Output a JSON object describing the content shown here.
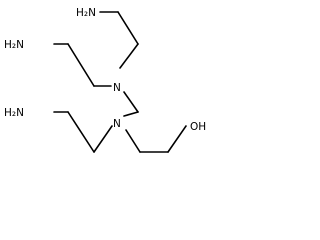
{
  "molecule": {
    "atoms": [
      {
        "id": "nh2_top",
        "label": "H₂N"
      },
      {
        "id": "nh2_left",
        "label": "H₂N"
      },
      {
        "id": "n_upper",
        "label": "N"
      },
      {
        "id": "nh2_lower",
        "label": "H₂N"
      },
      {
        "id": "n_lower",
        "label": "N"
      },
      {
        "id": "oh",
        "label": "OH"
      }
    ]
  },
  "colors": {
    "bond": "#000000",
    "background": "#ffffff"
  }
}
